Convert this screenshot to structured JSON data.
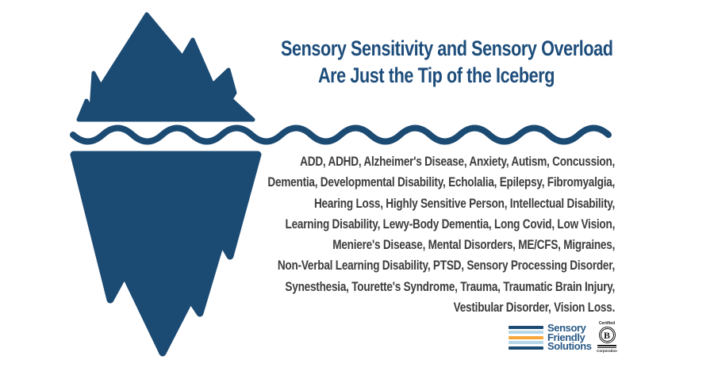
{
  "page": {
    "background": "#ffffff"
  },
  "title": {
    "line1": "Sensory Sensitivity and Sensory Overload",
    "line2": "Are Just the Tip of the Iceberg",
    "color": "#1d4d7b"
  },
  "conditions": {
    "color": "#3d3d3d",
    "lines": [
      "ADD, ADHD, Alzheimer's Disease, Anxiety, Autism, Concussion,",
      "Dementia, Developmental Disability, Echolalia, Epilepsy, Fibromyalgia,",
      "Hearing Loss, Highly Sensitive Person, Intellectual Disability,",
      "Learning Disability, Lewy-Body Dementia, Long Covid, Low Vision,",
      "Meniere's Disease, Mental Disorders, ME/CFS, Migraines,",
      "Non-Verbal Learning Disability, PTSD, Sensory Processing Disorder,",
      "Synesthesia, Tourette's Syndrome, Trauma, Traumatic Brain Injury,",
      "Vestibular Disorder, Vision Loss."
    ]
  },
  "illustration": {
    "color": "#1b4a73",
    "parts": {
      "above": "iceberg-above-water-icon",
      "wave": "waterline-wave-icon",
      "below": "iceberg-underwater-icon"
    }
  },
  "logo": {
    "name": {
      "line1": "Sensory",
      "line2": "Friendly",
      "line3": "Solutions"
    },
    "text_color": "#2a5a87",
    "stripe_colors": {
      "navy": "#1b4a73",
      "light_blue": "#b5d7e8",
      "orange": "#f6a73c"
    },
    "bcorp": {
      "top": "Certified",
      "letter": "B",
      "bottom": "Corporation",
      "color": "#1a1a1a"
    }
  }
}
